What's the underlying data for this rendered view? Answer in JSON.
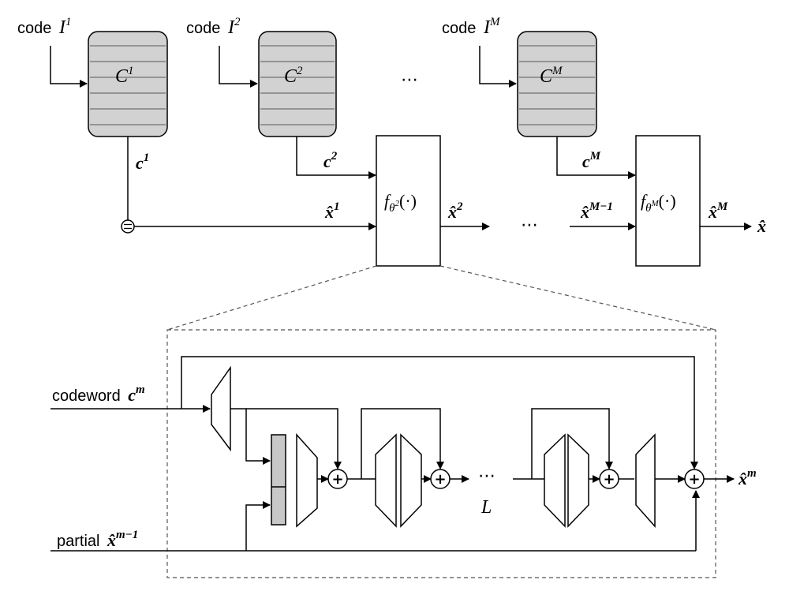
{
  "codes": [
    {
      "code_text": "code",
      "var": "I",
      "sup": "1",
      "book_var": "C",
      "book_sup": "1",
      "cw_var": "c",
      "cw_sup": "1"
    },
    {
      "code_text": "code",
      "var": "I",
      "sup": "2",
      "book_var": "C",
      "book_sup": "2",
      "cw_var": "c",
      "cw_sup": "2"
    },
    {
      "code_text": "code",
      "var": "I",
      "sup": "M",
      "book_var": "C",
      "book_sup": "M",
      "cw_var": "c",
      "cw_sup": "M"
    }
  ],
  "decoders": [
    {
      "func": "f",
      "sub": "θ",
      "subsup": "2",
      "args": "(·)"
    },
    {
      "func": "f",
      "sub": "θ",
      "subsup": "M",
      "args": "(·)"
    }
  ],
  "signals": {
    "x1_var": "x̂",
    "x1_sup": "1",
    "x2_var": "x̂",
    "x2_sup": "2",
    "xM1_var": "x̂",
    "xM1_sup": "M−1",
    "xM_var": "x̂",
    "xM_sup": "M",
    "x_out": "x̂"
  },
  "ellipsis": "⋯",
  "detail": {
    "codeword_text": "codeword",
    "codeword_var": "c",
    "codeword_sup": "m",
    "partial_text": "partial",
    "partial_var": "x̂",
    "partial_sup": "m−1",
    "out_var": "x̂",
    "out_sup": "m",
    "repeat_label": "L",
    "plus": "+"
  }
}
